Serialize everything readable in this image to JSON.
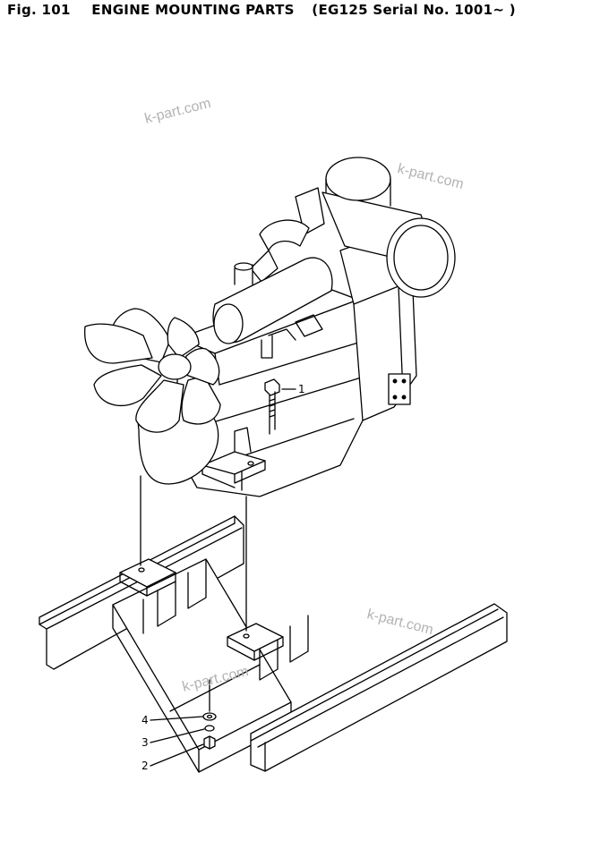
{
  "header": {
    "fig": "Fig. 101",
    "title": "ENGINE MOUNTING PARTS",
    "model": "(EG125 Serial No. 1001~ )"
  },
  "watermarks": [
    "k-part.com",
    "k-part.com",
    "k-part.com",
    "k-part.com"
  ],
  "callouts": [
    {
      "label": "1",
      "part": "bolt"
    },
    {
      "label": "4",
      "part": "washer"
    },
    {
      "label": "3",
      "part": "spring washer"
    },
    {
      "label": "2",
      "part": "nut"
    }
  ]
}
